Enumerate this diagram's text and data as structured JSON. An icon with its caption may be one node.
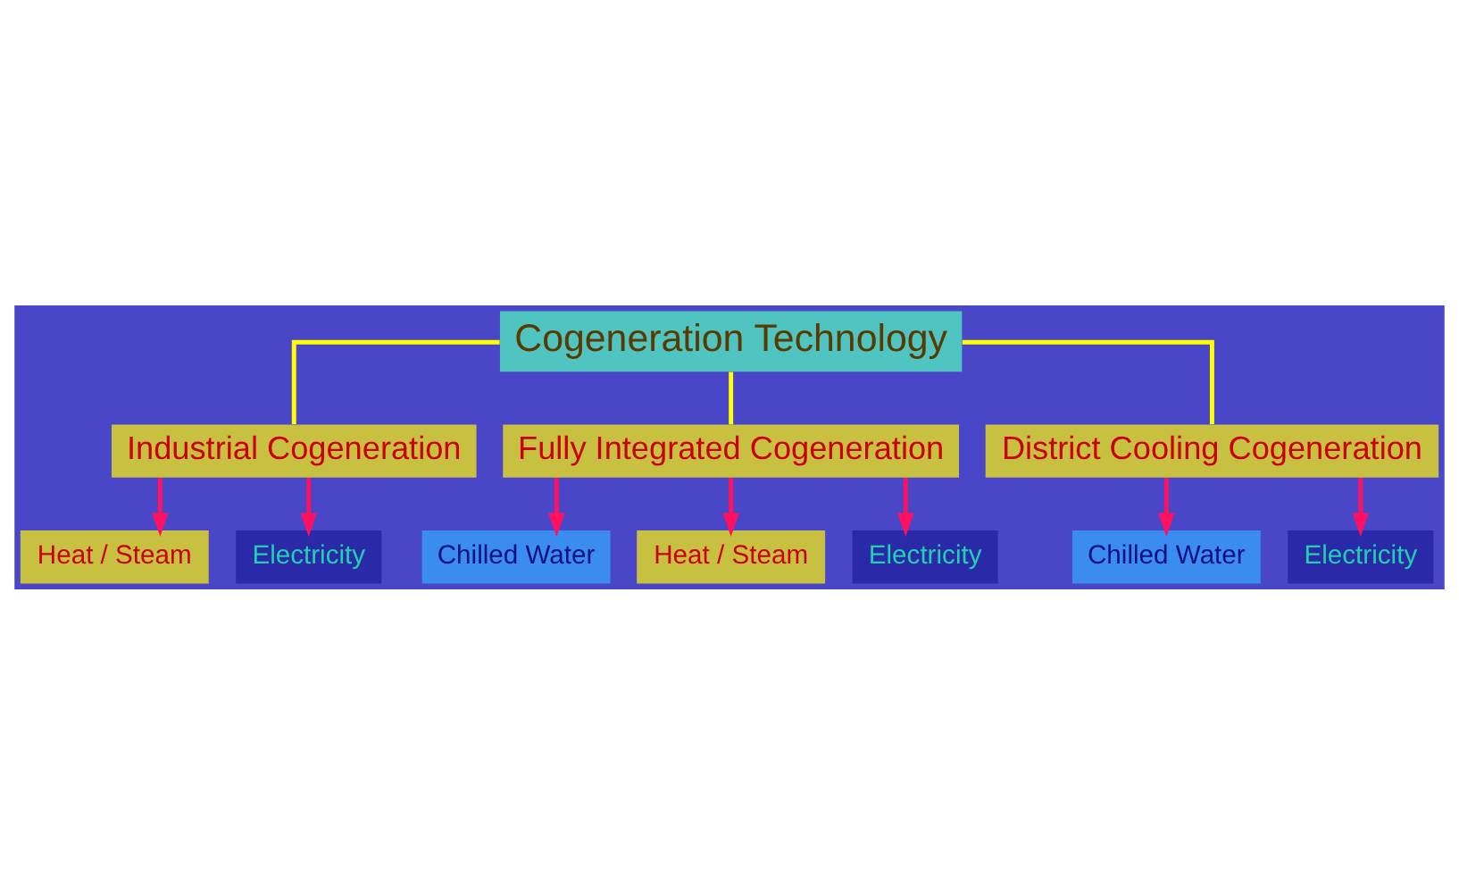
{
  "diagram": {
    "nodes": [
      {
        "text": [
          "Cogeneration Technology"
        ]
      },
      {
        "text": [
          "Industrial Cogeneration"
        ]
      },
      {
        "text": [
          "Fully Integrated Cogeneration"
        ]
      },
      {
        "text": [
          "District Cooling Cogeneration"
        ]
      },
      {
        "text": [
          "Heat / Steam"
        ]
      },
      {
        "text": [
          "Electricity"
        ]
      },
      {
        "text": [
          "Chilled Water"
        ]
      },
      {
        "text": [
          "Heat / Steam"
        ]
      },
      {
        "text": [
          "Electricity"
        ]
      },
      {
        "text": [
          "Chilled Water"
        ]
      },
      {
        "text": [
          "Electricity"
        ]
      }
    ],
    "edges": [
      {
        "from": 0,
        "to": 1,
        "arrow": "none",
        "color": "#ffff00"
      },
      {
        "from": 0,
        "to": 2,
        "arrow": "none",
        "color": "#ffff00"
      },
      {
        "from": 0,
        "to": 3,
        "arrow": "none",
        "color": "#ffff00"
      },
      {
        "from": 1,
        "to": 4,
        "arrow": "to"
      },
      {
        "from": 1,
        "to": 5,
        "arrow": "to"
      },
      {
        "from": 2,
        "to": 6,
        "arrow": "to"
      },
      {
        "from": 2,
        "to": 7,
        "arrow": "to"
      },
      {
        "from": 2,
        "to": 8,
        "arrow": "to"
      },
      {
        "from": 3,
        "to": 9,
        "arrow": "to"
      },
      {
        "from": 3,
        "to": 10,
        "arrow": "to"
      }
    ]
  }
}
